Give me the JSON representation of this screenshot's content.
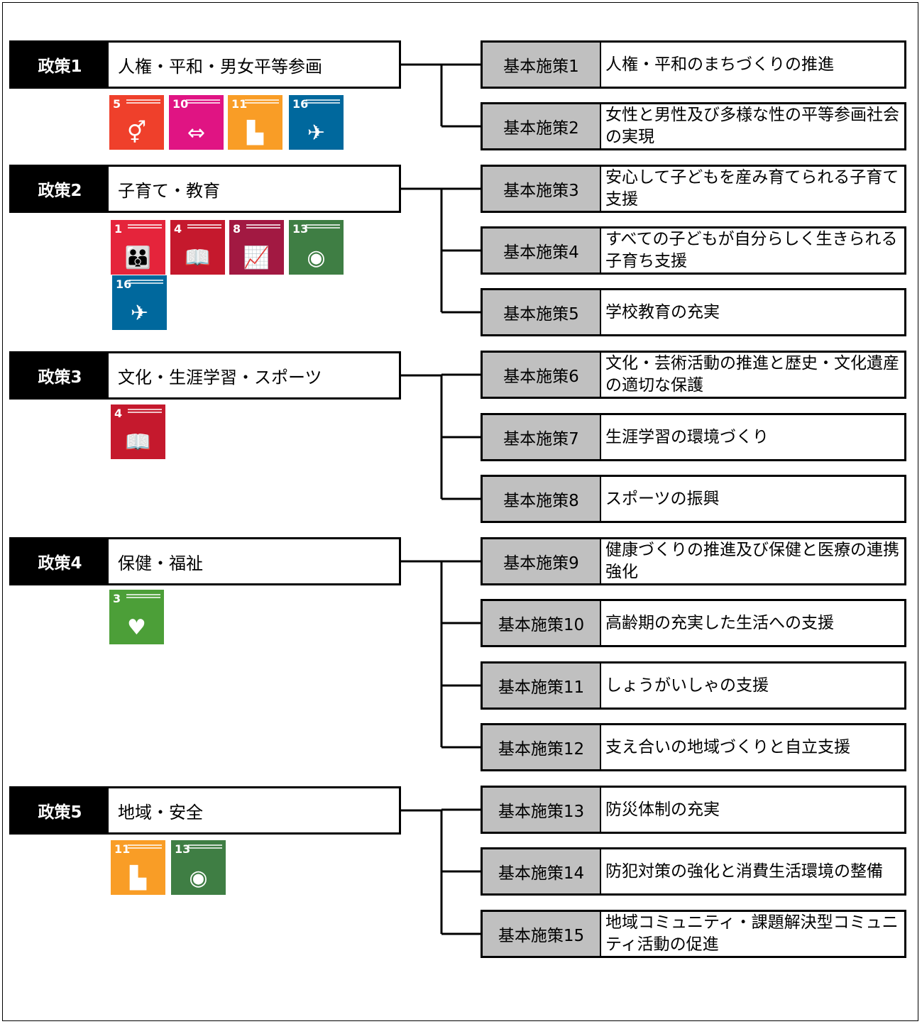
{
  "policies": [
    {
      "label": "政策1",
      "title": "人権・平和・男女平等参画",
      "sdgs": [
        {
          "number": "5",
          "color": "#ef402b",
          "icon_name": "gender-equality-icon",
          "icon": "⚥"
        },
        {
          "number": "10",
          "color": "#e01483",
          "icon_name": "reduced-inequality-icon",
          "icon": "⇔"
        },
        {
          "number": "11",
          "color": "#f99d26",
          "icon_name": "sustainable-cities-icon",
          "icon": "▙"
        },
        {
          "number": "16",
          "color": "#00689d",
          "icon_name": "peace-dove-icon",
          "icon": "✈"
        }
      ],
      "measures": [
        {
          "label": "基本施策1",
          "title": "人権・平和のまちづくりの推進"
        },
        {
          "label": "基本施策2",
          "title": "女性と男性及び多様な性の平等参画社会の実現"
        }
      ]
    },
    {
      "label": "政策2",
      "title": "子育て・教育",
      "sdgs": [
        {
          "number": "1",
          "color": "#e5243b",
          "icon_name": "no-poverty-icon",
          "icon": "👪"
        },
        {
          "number": "4",
          "color": "#c5192d",
          "icon_name": "quality-education-icon",
          "icon": "📖"
        },
        {
          "number": "8",
          "color": "#a21942",
          "icon_name": "economic-growth-icon",
          "icon": "📈"
        },
        {
          "number": "13",
          "color": "#3f7e44",
          "icon_name": "climate-action-icon",
          "icon": "◉"
        },
        {
          "number": "16",
          "color": "#00689d",
          "icon_name": "peace-dove-icon",
          "icon": "✈"
        }
      ],
      "measures": [
        {
          "label": "基本施策3",
          "title": "安心して子どもを産み育てられる子育て支援"
        },
        {
          "label": "基本施策4",
          "title": "すべての子どもが自分らしく生きられる子育ち支援"
        },
        {
          "label": "基本施策5",
          "title": "学校教育の充実"
        }
      ]
    },
    {
      "label": "政策3",
      "title": "文化・生涯学習・スポーツ",
      "sdgs": [
        {
          "number": "4",
          "color": "#c5192d",
          "icon_name": "quality-education-icon",
          "icon": "📖"
        }
      ],
      "measures": [
        {
          "label": "基本施策6",
          "title": "文化・芸術活動の推進と歴史・文化遺産の適切な保護"
        },
        {
          "label": "基本施策7",
          "title": "生涯学習の環境づくり"
        },
        {
          "label": "基本施策8",
          "title": "スポーツの振興"
        }
      ]
    },
    {
      "label": "政策4",
      "title": "保健・福祉",
      "sdgs": [
        {
          "number": "3",
          "color": "#4c9f38",
          "icon_name": "good-health-icon",
          "icon": "♥"
        }
      ],
      "measures": [
        {
          "label": "基本施策9",
          "title": "健康づくりの推進及び保健と医療の連携強化"
        },
        {
          "label": "基本施策10",
          "title": "高齢期の充実した生活への支援"
        },
        {
          "label": "基本施策11",
          "title": "しょうがいしゃの支援"
        },
        {
          "label": "基本施策12",
          "title": "支え合いの地域づくりと自立支援"
        }
      ]
    },
    {
      "label": "政策5",
      "title": "地域・安全",
      "sdgs": [
        {
          "number": "11",
          "color": "#f99d26",
          "icon_name": "sustainable-cities-icon",
          "icon": "▙"
        },
        {
          "number": "13",
          "color": "#3f7e44",
          "icon_name": "climate-action-icon",
          "icon": "◉"
        }
      ],
      "measures": [
        {
          "label": "基本施策13",
          "title": "防災体制の充実"
        },
        {
          "label": "基本施策14",
          "title": "防犯対策の強化と消費生活環境の整備"
        },
        {
          "label": "基本施策15",
          "title": "地域コミュニティ・課題解決型コミュニティ活動の促進"
        }
      ]
    }
  ]
}
